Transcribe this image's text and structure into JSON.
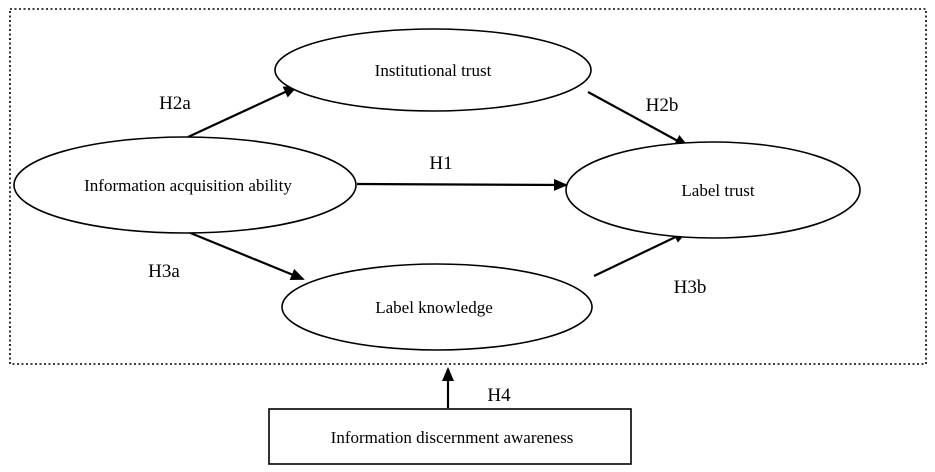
{
  "nodes": {
    "institutional_trust": "Institutional trust",
    "information_acquisition_ability": "Information acquisition ability",
    "label_trust": "Label trust",
    "label_knowledge": "Label knowledge",
    "information_discernment_awareness": "Information discernment awareness"
  },
  "hypotheses": {
    "h1": "H1",
    "h2a": "H2a",
    "h2b": "H2b",
    "h3a": "H3a",
    "h3b": "H3b",
    "h4": "H4"
  },
  "colors": {
    "stroke": "#000000",
    "background": "#ffffff"
  }
}
